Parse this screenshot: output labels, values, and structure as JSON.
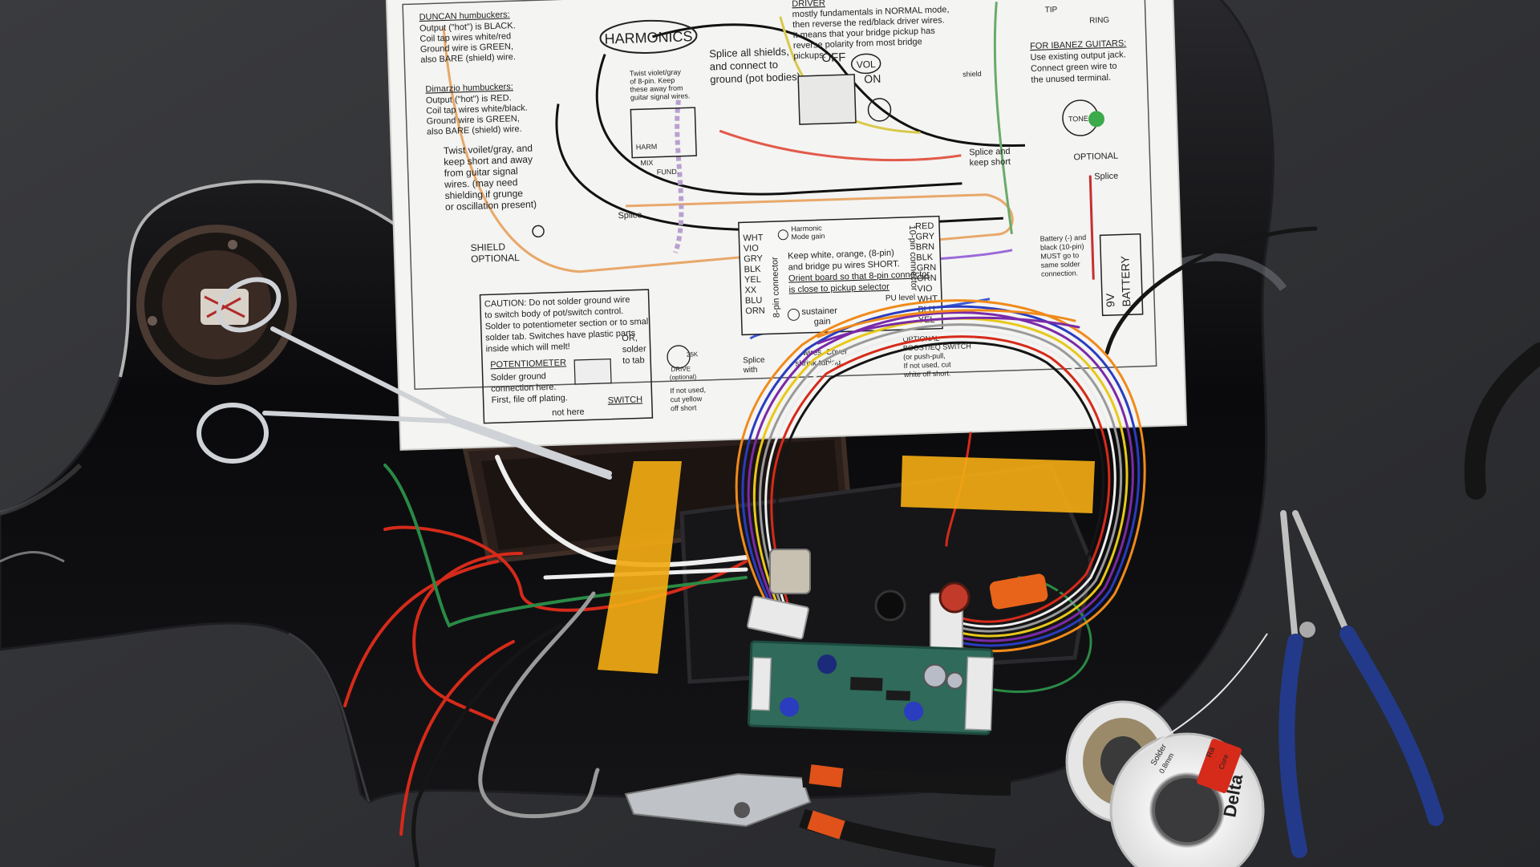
{
  "schematic": {
    "title": "HARMONICS",
    "duncan": {
      "heading": "DUNCAN humbuckers:",
      "lines": [
        "Output (\"hot\") is BLACK.",
        "Coil tap wires white/red",
        "Ground wire is GREEN,",
        "also BARE (shield) wire."
      ]
    },
    "dimarzio": {
      "heading": "Dimarzio humbuckers:",
      "lines": [
        "Output (\"hot\") is RED.",
        "Coil tap wires white/black.",
        "Ground wire is GREEN,",
        "also BARE (shield) wire."
      ]
    },
    "twist_note": [
      "Twist voilet/gray, and",
      "keep short and away",
      "from guitar signal",
      "wires.  (may need",
      "shielding if grunge",
      "or oscillation present)"
    ],
    "twist_8pin": [
      "Twist violet/gray",
      "of 8-pin. Keep",
      "these away from",
      "guitar signal wires."
    ],
    "shield": [
      "SHIELD",
      "OPTIONAL"
    ],
    "splice_shields": [
      "Splice all shields,",
      "and connect to",
      "ground (pot bodies)"
    ],
    "splice": "Splice",
    "harm": "HARM",
    "mix": "MIX",
    "fund": "FUND.",
    "off": "OFF",
    "on": "ON",
    "vol": "VOL",
    "shield_small": "shield",
    "driver_note": [
      "DRIVER",
      "mostly fundamentals in NORMAL mode,",
      "then reverse the red/black driver wires.",
      "It means that your bridge pickup has",
      "reverse polarity from most bridge",
      "pickups."
    ],
    "ibanez": [
      "FOR IBANEZ GUITARS:",
      "Use existing output jack.",
      "Connect green wire to",
      "the unused terminal."
    ],
    "tip": "TIP",
    "ring": "RING",
    "tone": "TONE",
    "optional": "OPTIONAL",
    "splice_short": [
      "Splice and",
      "keep short"
    ],
    "battery_note": [
      "Battery (-) and",
      "black (10-pin)",
      "MUST go to",
      "same solder",
      "connection."
    ],
    "battery": [
      "9V",
      "BATTERY"
    ],
    "harmonic_gain": [
      "Harmonic",
      "Mode gain"
    ],
    "pin8_colors": [
      "WHT",
      "VIO",
      "GRY",
      "BLK",
      "YEL",
      "XX",
      "BLU",
      "ORN"
    ],
    "pin8_label": "8-pin connector",
    "pin10_colors": [
      "RED",
      "GRY",
      "BRN",
      "BLK",
      "GRN",
      "ORN",
      "VIO",
      "WHT",
      "BLU",
      "YEL"
    ],
    "pin10_label": "10-pin connector",
    "keep_short": [
      "Keep white, orange, (8-pin)",
      "and bridge pu wires SHORT."
    ],
    "orient": [
      "Orient board so that 8-pin connector",
      "is close to pickup selector"
    ],
    "sustainer_gain": [
      "sustainer",
      "gain"
    ],
    "pu_level": "PU level",
    "caution": [
      "CAUTION:  Do not solder ground wire",
      "to switch body of pot/switch control.",
      "Solder to potentiometer section or to small",
      "solder tab.  Switches have plastic parts",
      "inside which will melt!"
    ],
    "potentiometer": "POTENTIOMETER",
    "pot_note": [
      "Solder ground",
      "connection here.",
      "First, file off plating."
    ],
    "or_solder": [
      "OR,",
      "solder",
      "to tab"
    ],
    "not_here": "not here",
    "switch": "SWITCH",
    "drive": [
      "25K",
      "DRIVE",
      "(optional)"
    ],
    "cut_yellow": [
      "If not used,",
      "cut yellow",
      "off short"
    ],
    "splice_cover": [
      "Splice",
      "with",
      "wires. Cover",
      "shrink tubing."
    ],
    "boost_note": [
      "OPTIONAL",
      "BOOST/EQ SWITCH",
      "(or push-pull,",
      "If not used, cut",
      "white off short."
    ]
  },
  "solder_spool": {
    "brand": "Delta",
    "text": [
      "Solder",
      "0.8mm",
      "Ra",
      "Core"
    ]
  },
  "colors": {
    "background": "#2f3033",
    "guitar": "#0d0d0f",
    "paper": "#f4f4f2",
    "tape": "#f1aa14",
    "pcb": "#2f6a5a",
    "wire_red": "#d62a1a",
    "wire_green": "#2a8a46",
    "wire_orange": "#f08a1a",
    "wire_blue": "#2a3cc0",
    "wire_violet": "#7a2aa8",
    "wire_yellow": "#e8c81a",
    "wire_white": "#eeeeee",
    "wire_grey": "#9a9a9a",
    "plier_handle": "#233a8a",
    "stripper_handle": "#e0521a"
  },
  "icons": [
    "hemostat-icon",
    "needle-nose-pliers-icon",
    "wire-stripper-icon",
    "solder-spool-icon",
    "circuit-board-icon",
    "output-jack-icon",
    "potentiometer-icon"
  ]
}
